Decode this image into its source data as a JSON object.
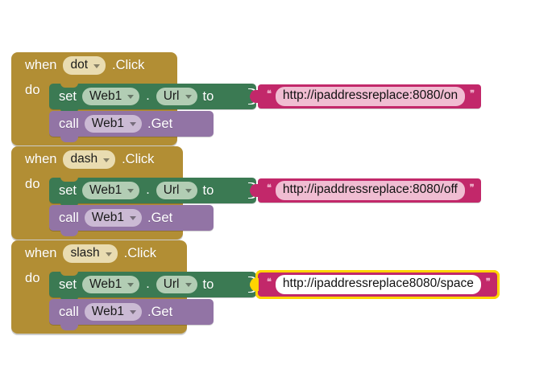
{
  "app": {
    "name": "MIT App Inventor Blocks Editor",
    "background": "#ffffff"
  },
  "colors": {
    "event_block": "#b28e34",
    "set_block": "#3b7a53",
    "call_block": "#9274a5",
    "text_block": "#c2286a",
    "selection_highlight": "#ffd400",
    "gold_field": "#e9dcb1",
    "green_field": "#b2cdb4",
    "purple_field": "#cbbad4",
    "text_value_field": "#f0bdd2",
    "text_value_field_selected": "#ffffff"
  },
  "labels": {
    "when": "when",
    "click": ".Click",
    "do": "do",
    "set": "set",
    "to": "to",
    "call": "call",
    "get": ".Get",
    "dot_separator": "."
  },
  "blocks": [
    {
      "id": "when-dot-click",
      "type": "event",
      "when": "when",
      "component": "dot",
      "event": ".Click",
      "do_label": "do",
      "statements": [
        {
          "type": "set",
          "set_label": "set",
          "component": "Web1",
          "separator": ".",
          "property": "Url",
          "to_label": "to",
          "value": {
            "type": "text",
            "open_quote": "❝",
            "close_quote": "❞",
            "string": "http://ipaddressreplace:8080/on",
            "selected": false
          }
        },
        {
          "type": "call",
          "call_label": "call",
          "component": "Web1",
          "method": ".Get"
        }
      ]
    },
    {
      "id": "when-dash-click",
      "type": "event",
      "when": "when",
      "component": "dash",
      "event": ".Click",
      "do_label": "do",
      "statements": [
        {
          "type": "set",
          "set_label": "set",
          "component": "Web1",
          "separator": ".",
          "property": "Url",
          "to_label": "to",
          "value": {
            "type": "text",
            "open_quote": "❝",
            "close_quote": "❞",
            "string": "http://ipaddressreplace:8080/off",
            "selected": false
          }
        },
        {
          "type": "call",
          "call_label": "call",
          "component": "Web1",
          "method": ".Get"
        }
      ]
    },
    {
      "id": "when-slash-click",
      "type": "event",
      "when": "when",
      "component": "slash",
      "event": ".Click",
      "do_label": "do",
      "statements": [
        {
          "type": "set",
          "set_label": "set",
          "component": "Web1",
          "separator": ".",
          "property": "Url",
          "to_label": "to",
          "value": {
            "type": "text",
            "open_quote": "❝",
            "close_quote": "❞",
            "string": "http://ipaddressreplace8080/space",
            "selected": true
          }
        },
        {
          "type": "call",
          "call_label": "call",
          "component": "Web1",
          "method": ".Get"
        }
      ]
    }
  ],
  "icons": {
    "dropdown": "chevron-down-icon"
  }
}
